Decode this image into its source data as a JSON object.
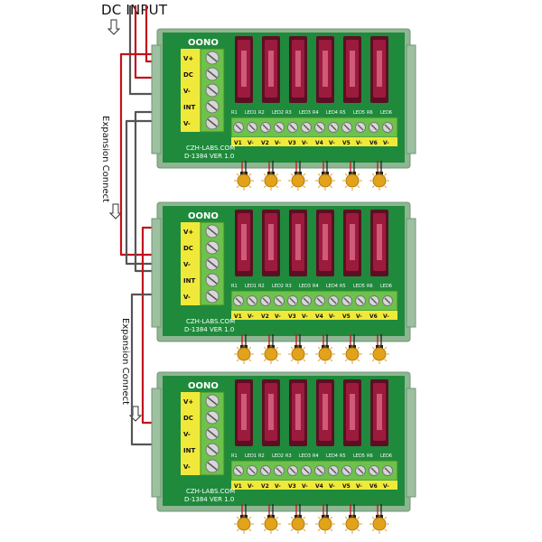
{
  "header": {
    "title": "DC INPUT"
  },
  "annotations": {
    "expansion_top": "Expansion Connect",
    "expansion_bottom": "Expansion Connect"
  },
  "board": {
    "logo": "OONO",
    "maker": "CZH-LABS.COM",
    "model": "D-1384 VER 1.0",
    "input_terminals": [
      "V+",
      "DC",
      "V-",
      "INT",
      "V-"
    ],
    "fuse_labels": [
      "R1",
      "LED1",
      "R2",
      "LED2",
      "R3",
      "LED3",
      "R4",
      "LED4",
      "R5",
      "LED5",
      "R6",
      "LED6"
    ],
    "output_terminals": [
      "V1",
      "V-",
      "V2",
      "V-",
      "V3",
      "V-",
      "V4",
      "V-",
      "V5",
      "V-",
      "V6",
      "V-"
    ]
  },
  "colors": {
    "pcb": "#1f8a3c",
    "rail": "#8fb593",
    "terminal": "#6cc24a",
    "fuse": "#9c1b3d",
    "lamp": "#e2a21a",
    "wire_red": "#c0141c",
    "wire_gray": "#555555"
  }
}
